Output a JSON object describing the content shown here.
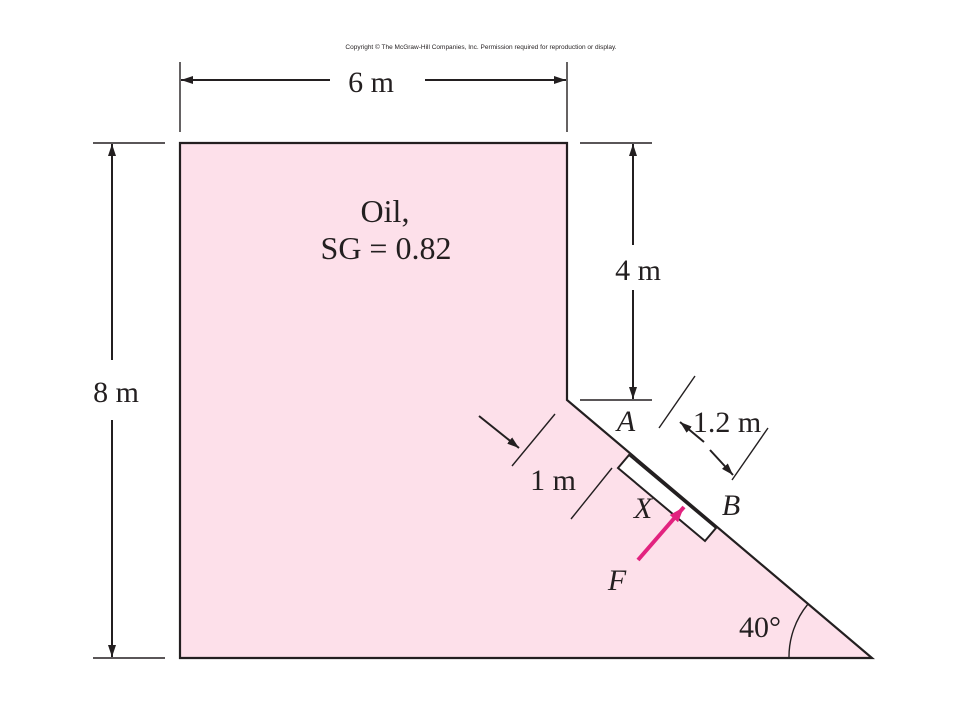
{
  "copyright": "Copyright © The McGraw-Hill Companies, Inc. Permission required for reproduction or display.",
  "fluid": {
    "line1": "Oil,",
    "line2": "SG = 0.82"
  },
  "dimensions": {
    "top_width": "6 m",
    "total_height": "8 m",
    "vertical_depth": "4 m",
    "gate_length": "1.2 m",
    "gate_width": "1 m",
    "angle": "40°"
  },
  "points": {
    "a": "A",
    "b": "B",
    "x": "X"
  },
  "force": {
    "label": "F"
  },
  "colors": {
    "fluid_fill": "#fde0ea",
    "force_arrow": "#e2237f",
    "line": "#231f20"
  }
}
